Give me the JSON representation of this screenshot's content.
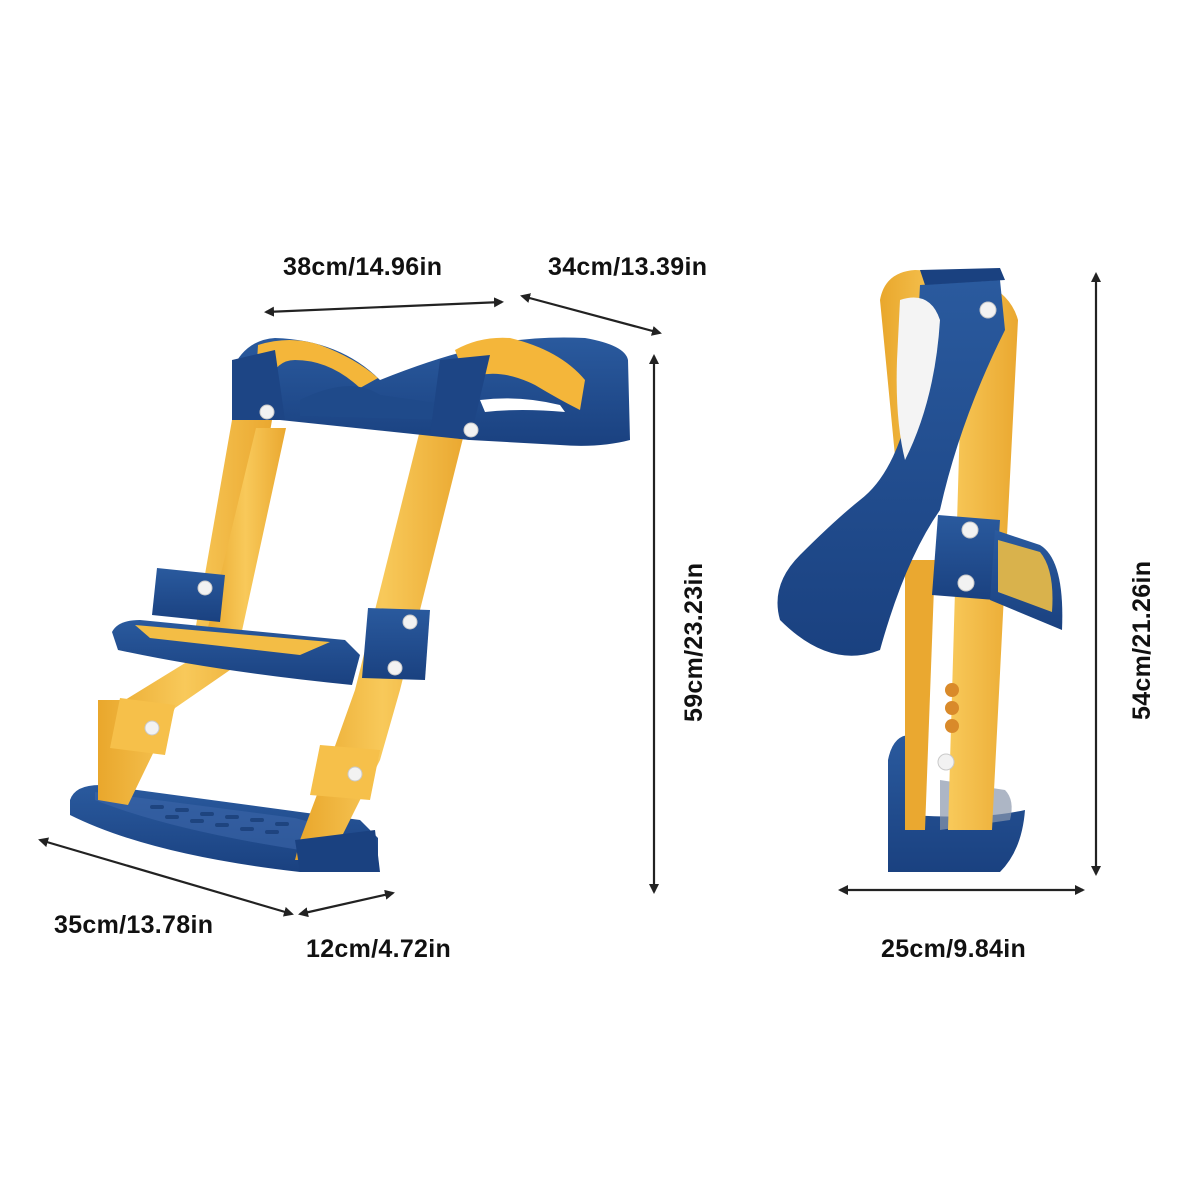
{
  "diagram": {
    "subject": "Potty training toilet seat with step stool ladder",
    "views": [
      {
        "name": "front-view",
        "description": "Ladder unfolded, seat at top, two steps"
      },
      {
        "name": "side-view",
        "description": "Ladder folded, side profile"
      }
    ],
    "colors": {
      "navy": "#1f4a8a",
      "navy_dark": "#163a72",
      "yellow": "#f4b63a",
      "yellow_light": "#f8c95a",
      "bolt": "#f2f2f2",
      "arrow": "#222222",
      "text": "#111111"
    },
    "dimensions": {
      "seat_width": "38cm/14.96in",
      "seat_depth": "34cm/13.39in",
      "front_height": "59cm/23.23in",
      "base_width": "35cm/13.78in",
      "base_depth": "12cm/4.72in",
      "folded_height": "54cm/21.26in",
      "folded_depth": "25cm/9.84in"
    }
  }
}
